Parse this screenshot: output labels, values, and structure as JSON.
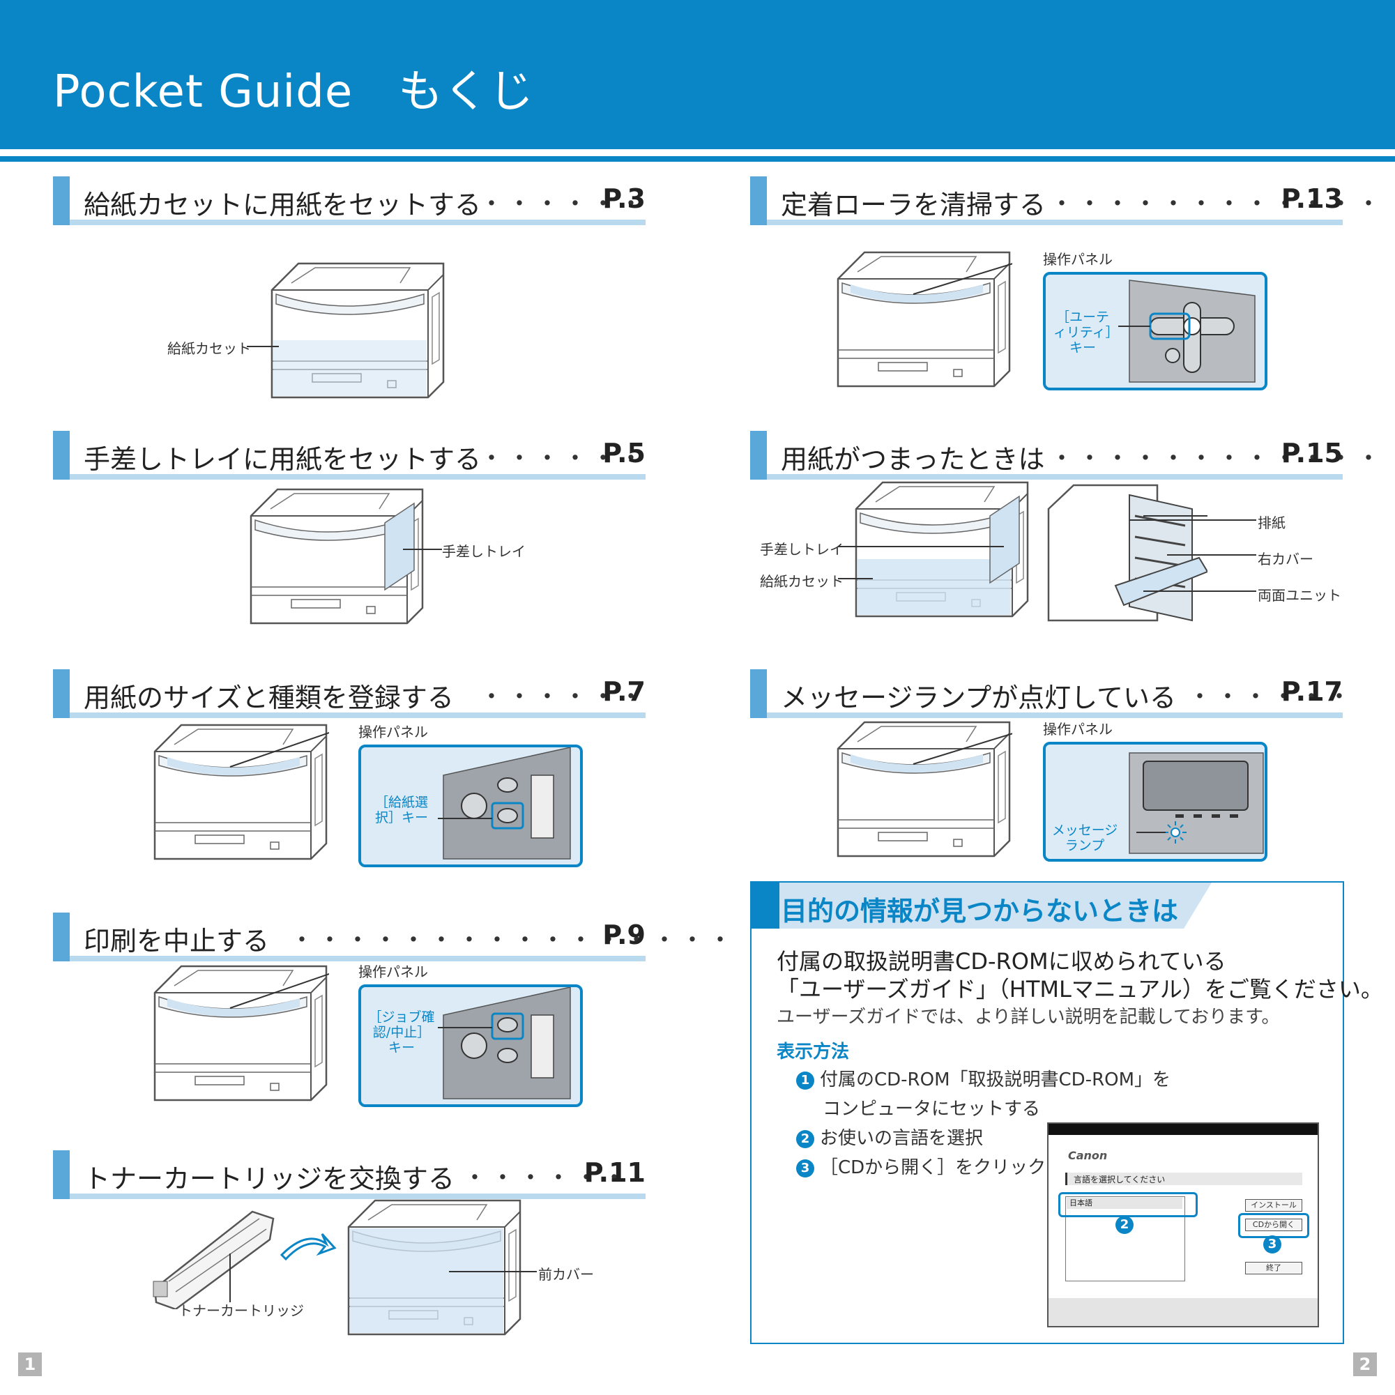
{
  "header": {
    "title": "Pocket Guide　もくじ"
  },
  "sections": [
    {
      "title": "給紙カセットに用紙をセットする",
      "dots": "・・・・・・",
      "page": "P.3"
    },
    {
      "title": "手差しトレイに用紙をセットする",
      "dots": "・・・・・・",
      "page": "P.5"
    },
    {
      "title": "用紙のサイズと種類を登録する",
      "dots": "・・・・・・",
      "page": "P.7"
    },
    {
      "title": "印刷を中止する",
      "dots": "・・・・・・・・・・・・・・・・",
      "page": "P.9"
    },
    {
      "title": "トナーカートリッジを交換する",
      "dots": "・・・・・・",
      "page": "P.11"
    },
    {
      "title": "定着ローラを清掃する",
      "dots": "・・・・・・・・・・・・",
      "page": "P.13"
    },
    {
      "title": "用紙がつまったときは",
      "dots": "・・・・・・・・・・・・",
      "page": "P.15"
    },
    {
      "title": "メッセージランプが点灯している",
      "dots": "・・・・・・",
      "page": "P.17"
    }
  ],
  "labels": {
    "cassette": "給紙カセット",
    "manual_tray": "手差しトレイ",
    "op_panel": "操作パネル",
    "paper_select_key": "［給紙選択］キー",
    "job_cancel_key": "［ジョブ確認/中止］キー",
    "toner": "トナーカートリッジ",
    "front_cover": "前カバー",
    "utility_key": "［ユーティリティ］キー",
    "output": "排紙",
    "right_cover": "右カバー",
    "duplex_unit": "両面ユニット",
    "message_lamp": "メッセージランプ"
  },
  "info": {
    "title": "目的の情報が見つからないときは",
    "line1": "付属の取扱説明書CD-ROMに収められている",
    "line2": "「ユーザーズガイド」（HTMLマニュアル）をご覧ください。",
    "line3": "ユーザーズガイドでは、より詳しい説明を記載しております。",
    "how_title": "表示方法",
    "step1a": "付属のCD-ROM「取扱説明書CD-ROM」を",
    "step1b": "コンピュータにセットする",
    "step2": "お使いの言語を選択",
    "step3": "［CDから開く］をクリック"
  },
  "screenshot": {
    "brand": "Canon",
    "prompt": "言語を選択してください",
    "language": "日本語",
    "install": "インストール",
    "open_cd": "CDから開く",
    "exit": "終了"
  },
  "page_numbers": {
    "left": "1",
    "right": "2"
  },
  "colors": {
    "accent": "#0a86c6",
    "highlight": "#cfe3f3"
  }
}
